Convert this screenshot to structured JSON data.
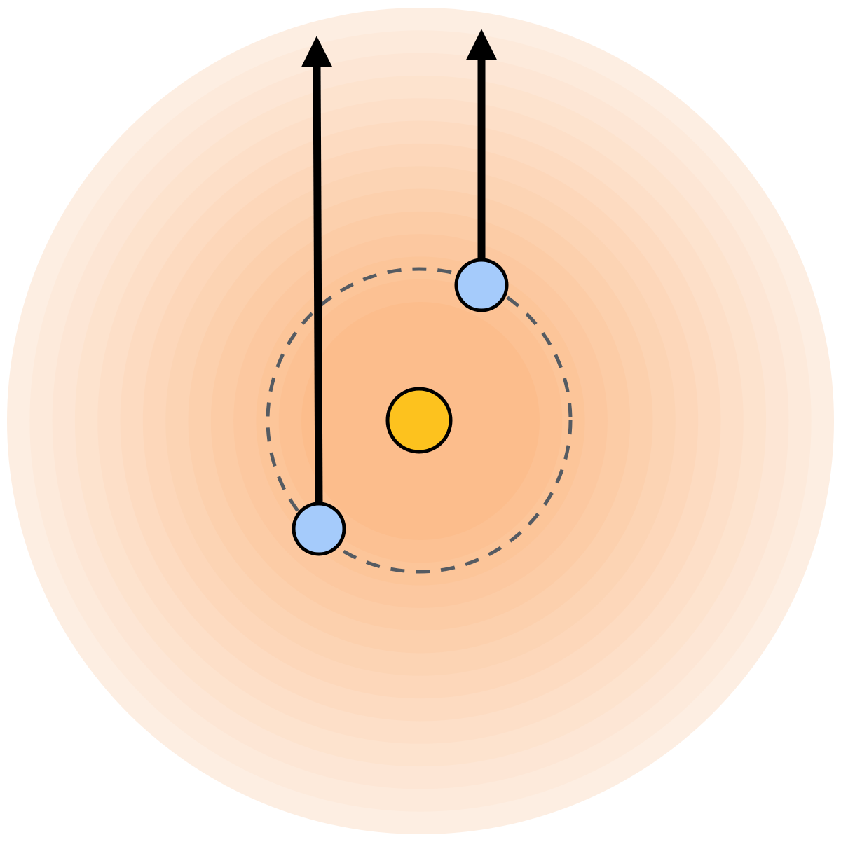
{
  "colors": {
    "background": "#ffffff",
    "halo_inner": "#fcbd8c",
    "halo_outer": "#fdeee2",
    "central_body_fill": "#fdc21e",
    "orbiting_body_fill": "#a5cbfb",
    "outline": "#000000",
    "orbit_path": "#555b62",
    "arrow": "#000000"
  },
  "icons": {
    "central_body": "filled-circle",
    "orbiting_body": "filled-circle",
    "vector": "arrow-up"
  },
  "halo": {
    "rings": 14
  },
  "diagram": {
    "central_body": {
      "name": "central-body"
    },
    "orbit": {
      "style": "dashed"
    },
    "orbiting_bodies": [
      {
        "name": "orbiting-body-upper-right",
        "vector_direction": "up"
      },
      {
        "name": "orbiting-body-lower-left",
        "vector_direction": "up"
      }
    ]
  }
}
